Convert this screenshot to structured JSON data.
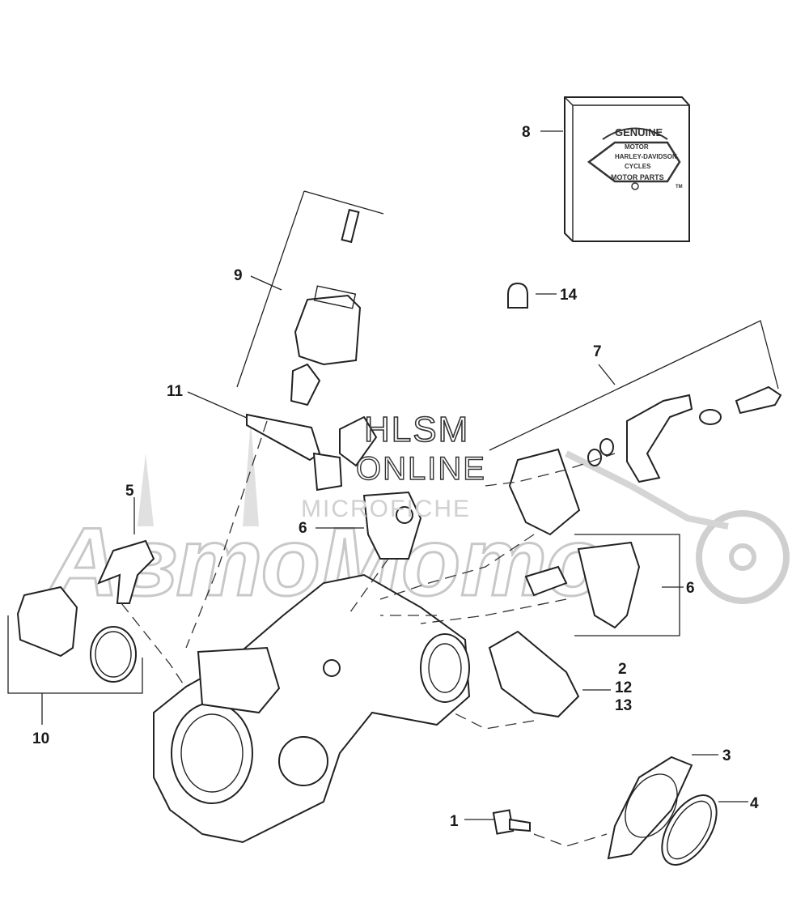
{
  "watermark": {
    "hlsm": "HLSM",
    "online": "ONLINE",
    "microfiche": "MICROFICHE",
    "background": "АвтоМото"
  },
  "logo": {
    "genuine": "GENUINE",
    "motor": "MOTOR",
    "brand": "HARLEY-DAVIDSON",
    "cycles": "CYCLES",
    "motor_parts": "MOTOR PARTS",
    "tm": "TM"
  },
  "callouts": [
    {
      "id": "c1",
      "label": "1"
    },
    {
      "id": "c2",
      "label": "2"
    },
    {
      "id": "c12",
      "label": "12"
    },
    {
      "id": "c13",
      "label": "13"
    },
    {
      "id": "c3",
      "label": "3"
    },
    {
      "id": "c4",
      "label": "4"
    },
    {
      "id": "c5",
      "label": "5"
    },
    {
      "id": "c6a",
      "label": "6"
    },
    {
      "id": "c6b",
      "label": "6"
    },
    {
      "id": "c7",
      "label": "7"
    },
    {
      "id": "c8",
      "label": "8"
    },
    {
      "id": "c9",
      "label": "9"
    },
    {
      "id": "c10",
      "label": "10"
    },
    {
      "id": "c11",
      "label": "11"
    },
    {
      "id": "c14",
      "label": "14"
    }
  ]
}
